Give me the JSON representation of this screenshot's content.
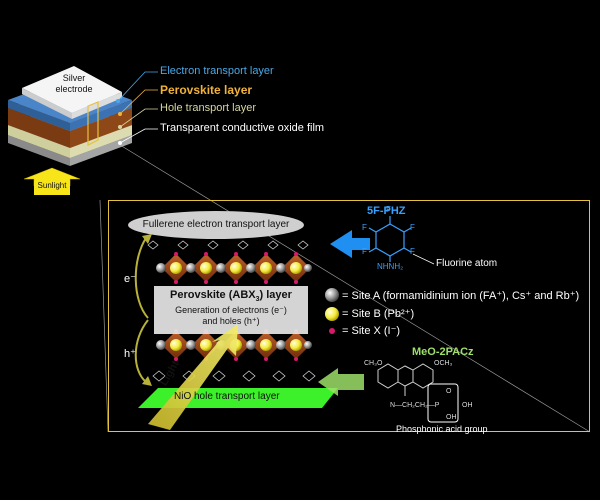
{
  "stack": {
    "electrode_label_line1": "Silver",
    "electrode_label_line2": "electrode",
    "sunlight_label": "Sunlight",
    "layers": {
      "electron_transport": "Electron transport layer",
      "perovskite": "Perovskite layer",
      "hole_transport": "Hole transport layer",
      "tco": "Transparent conductive oxide film"
    }
  },
  "detail": {
    "fullerene_label": "Fullerene electron transport layer",
    "perovskite_title": "Perovskite (ABX",
    "perovskite_title_sub": "3",
    "perovskite_title_end": ") layer",
    "generation_line1": "Generation of electrons (e⁻)",
    "generation_line2": "and holes (h⁺)",
    "electron_symbol": "e⁻",
    "hole_symbol": "h⁺",
    "light_label": "Light",
    "nio_label": "NiO hole transport layer",
    "phz_title": "5F-PHZ",
    "phz_atoms": [
      "F",
      "F",
      "F",
      "F",
      "F"
    ],
    "phz_group": "NHNH₂",
    "fluorine_note": "Fluorine atom",
    "legend": [
      {
        "color": "#9a9a9a",
        "text": "= Site A (formamidinium ion (FA⁺), Cs⁺ and Rb⁺)"
      },
      {
        "color": "#f4ea3c",
        "text": "= Site B (Pb²⁺)"
      },
      {
        "color": "#d6196b",
        "text": "= Site X (I⁻)"
      }
    ],
    "meo_title": "MeO-2PACz",
    "meo_och3_left": "CH₃O",
    "meo_och3_right": "OCH₃",
    "meo_chain": "N—CH₂CH₂—P",
    "meo_o": "O",
    "meo_oh1": "OH",
    "meo_oh2": "OH",
    "phosphonic_label": "Phosphonic acid group"
  },
  "colors": {
    "electron_transport": "#4aa8e6",
    "perovskite": "#f0b33a",
    "hole_transport": "#d6d6a0",
    "tco": "#ffffff",
    "frame": "#e6c23c",
    "blue_arrow": "#1f8ff2",
    "nio": "#3cf02a",
    "phz_blue": "#3aa0ff",
    "meo_green": "#9ee06a"
  }
}
